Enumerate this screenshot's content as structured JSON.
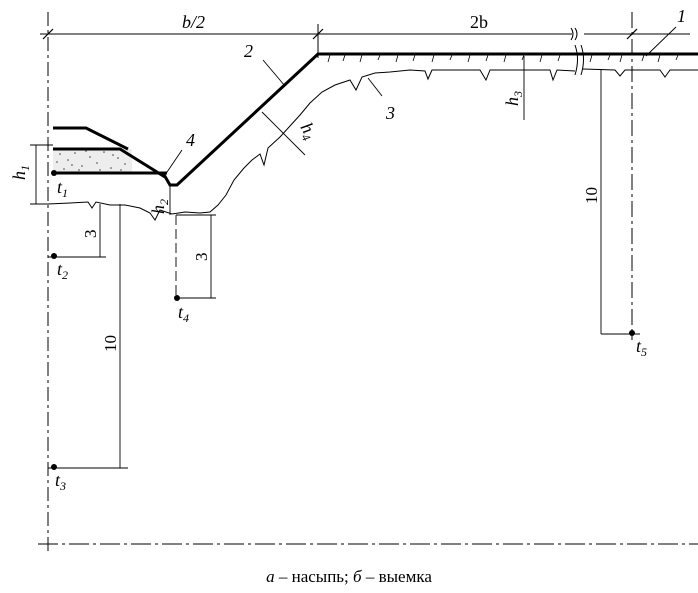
{
  "dimensions": {
    "half_width": "b/2",
    "double_width": "2b",
    "depth_left": "3",
    "depth_mid": "3",
    "depth_long_left": "10",
    "depth_long_right": "10"
  },
  "callouts": {
    "one": "1",
    "two": "2",
    "three": "3",
    "four": "4"
  },
  "heights": {
    "h1": {
      "base": "h",
      "sub": "1"
    },
    "h2": {
      "base": "h",
      "sub": "2"
    },
    "h3": {
      "base": "h",
      "sub": "3"
    },
    "h4": {
      "base": "h",
      "sub": "4"
    }
  },
  "points": {
    "t1": {
      "base": "t",
      "sub": "1"
    },
    "t2": {
      "base": "t",
      "sub": "2"
    },
    "t3": {
      "base": "t",
      "sub": "3"
    },
    "t4": {
      "base": "t",
      "sub": "4"
    },
    "t5": {
      "base": "t",
      "sub": "5"
    }
  },
  "caption": {
    "a_letter": "а",
    "a_text": " – насыпь; ",
    "b_letter": "б",
    "b_text": " – выемка"
  }
}
